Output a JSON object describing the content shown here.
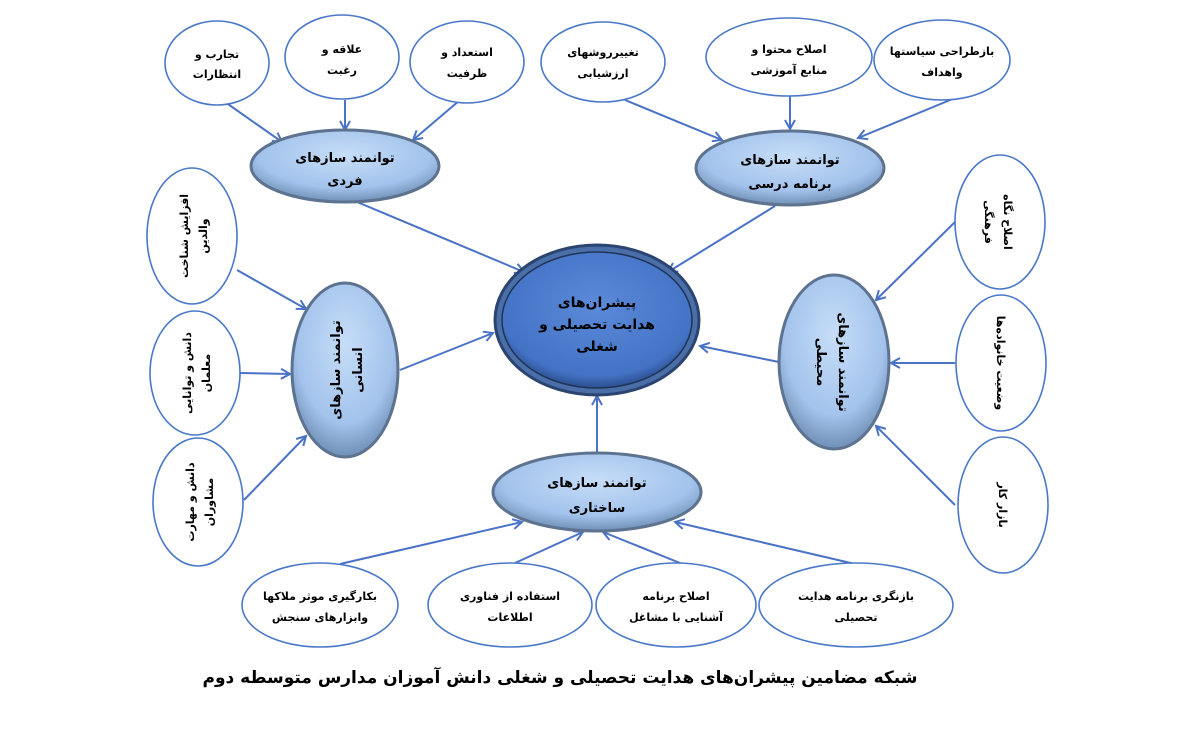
{
  "center": {
    "line1": "پیشران‌های",
    "line2": "هدایت تحصیلی و",
    "line3": "شغلی"
  },
  "hubs": {
    "individual": {
      "line1": "توانمند سازهای",
      "line2": "فردی"
    },
    "curriculum": {
      "line1": "توانمند سازهای",
      "line2": "برنامه درسی"
    },
    "human": {
      "line1": "توانمند سازهای",
      "line2": "انسانی"
    },
    "environmental": {
      "line1": "توانمند سازهای",
      "line2": "محیطی"
    },
    "structural": {
      "line1": "توانمند سازهای",
      "line2": "ساختاری"
    }
  },
  "leaves": {
    "individual": [
      {
        "line1": "تجارب و",
        "line2": "انتظارات"
      },
      {
        "line1": "علاقه و",
        "line2": "رغبت"
      },
      {
        "line1": "استعداد و",
        "line2": "ظرفیت"
      }
    ],
    "curriculum": [
      {
        "line1": "تغییرروشهای",
        "line2": "ارزشیابی"
      },
      {
        "line1": "اصلاح محتوا و",
        "line2": "منابع آموزشی"
      },
      {
        "line1": "بازطراحی سیاستها",
        "line2": "واهداف"
      }
    ],
    "human": [
      {
        "line1": "افزایش شناخت",
        "line2": "والدین"
      },
      {
        "line1": "دانش و توانایی",
        "line2": "معلمان"
      },
      {
        "line1": "دانش و مهارت",
        "line2": "مشاوران"
      }
    ],
    "environmental": [
      {
        "line1": "اصلاح نگاه",
        "line2": "فرهنگی"
      },
      {
        "line1": "وضعیت خانواده‌ها",
        "line2": ""
      },
      {
        "line1": "بازار کار",
        "line2": ""
      }
    ],
    "structural": [
      {
        "line1": "بکارگیری موثر ملاکها",
        "line2": "وابزارهای سنجش"
      },
      {
        "line1": "استفاده از فناوری",
        "line2": "اطلاعات"
      },
      {
        "line1": "اصلاح برنامه",
        "line2": "آشنایی با مشاغل"
      },
      {
        "line1": "بازنگری برنامه هدایت",
        "line2": "تحصیلی"
      }
    ]
  },
  "caption": "شبکه مضامین پیشران‌های هدایت تحصیلی و شغلی دانش آموزان مدارس متوسطه دوم",
  "colors": {
    "line": "#4a72c6",
    "hub": "#a9c9f0",
    "center": "#4a79cf"
  }
}
